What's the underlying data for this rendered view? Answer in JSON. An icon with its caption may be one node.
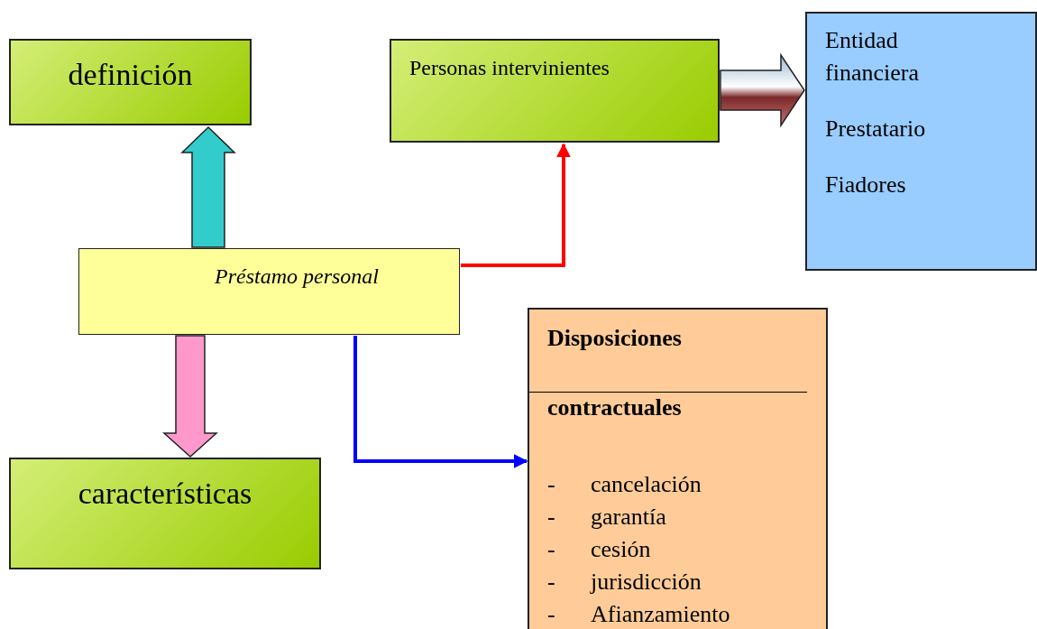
{
  "diagram": {
    "nodes": [
      {
        "text": [
          "definición"
        ]
      },
      {
        "text": [
          "Personas intervinientes"
        ]
      },
      {
        "text": [
          "Entidad financiera",
          "Prestatario",
          "Fiadores"
        ]
      },
      {
        "text": [
          "Préstamo personal"
        ]
      },
      {
        "text": [
          "características"
        ]
      },
      {
        "text": [
          "Disposiciones",
          "contractuales",
          "- cancelación",
          "- garantía",
          "- cesión",
          "- jurisdicción",
          "- Afianzamiento"
        ]
      }
    ],
    "edges": [
      {
        "from": 3,
        "to": 0,
        "arrow": "to",
        "style": "thick",
        "color": "#33cccc"
      },
      {
        "from": 3,
        "to": 4,
        "arrow": "to",
        "style": "thick",
        "color": "#ff99cc"
      },
      {
        "from": 3,
        "to": 1,
        "arrow": "to",
        "color": "#ff0000"
      },
      {
        "from": 3,
        "to": 5,
        "arrow": "to",
        "color": "#0000ff"
      },
      {
        "from": 1,
        "to": 2,
        "arrow": "to",
        "style": "thick",
        "color": "#a33a3a"
      }
    ]
  }
}
